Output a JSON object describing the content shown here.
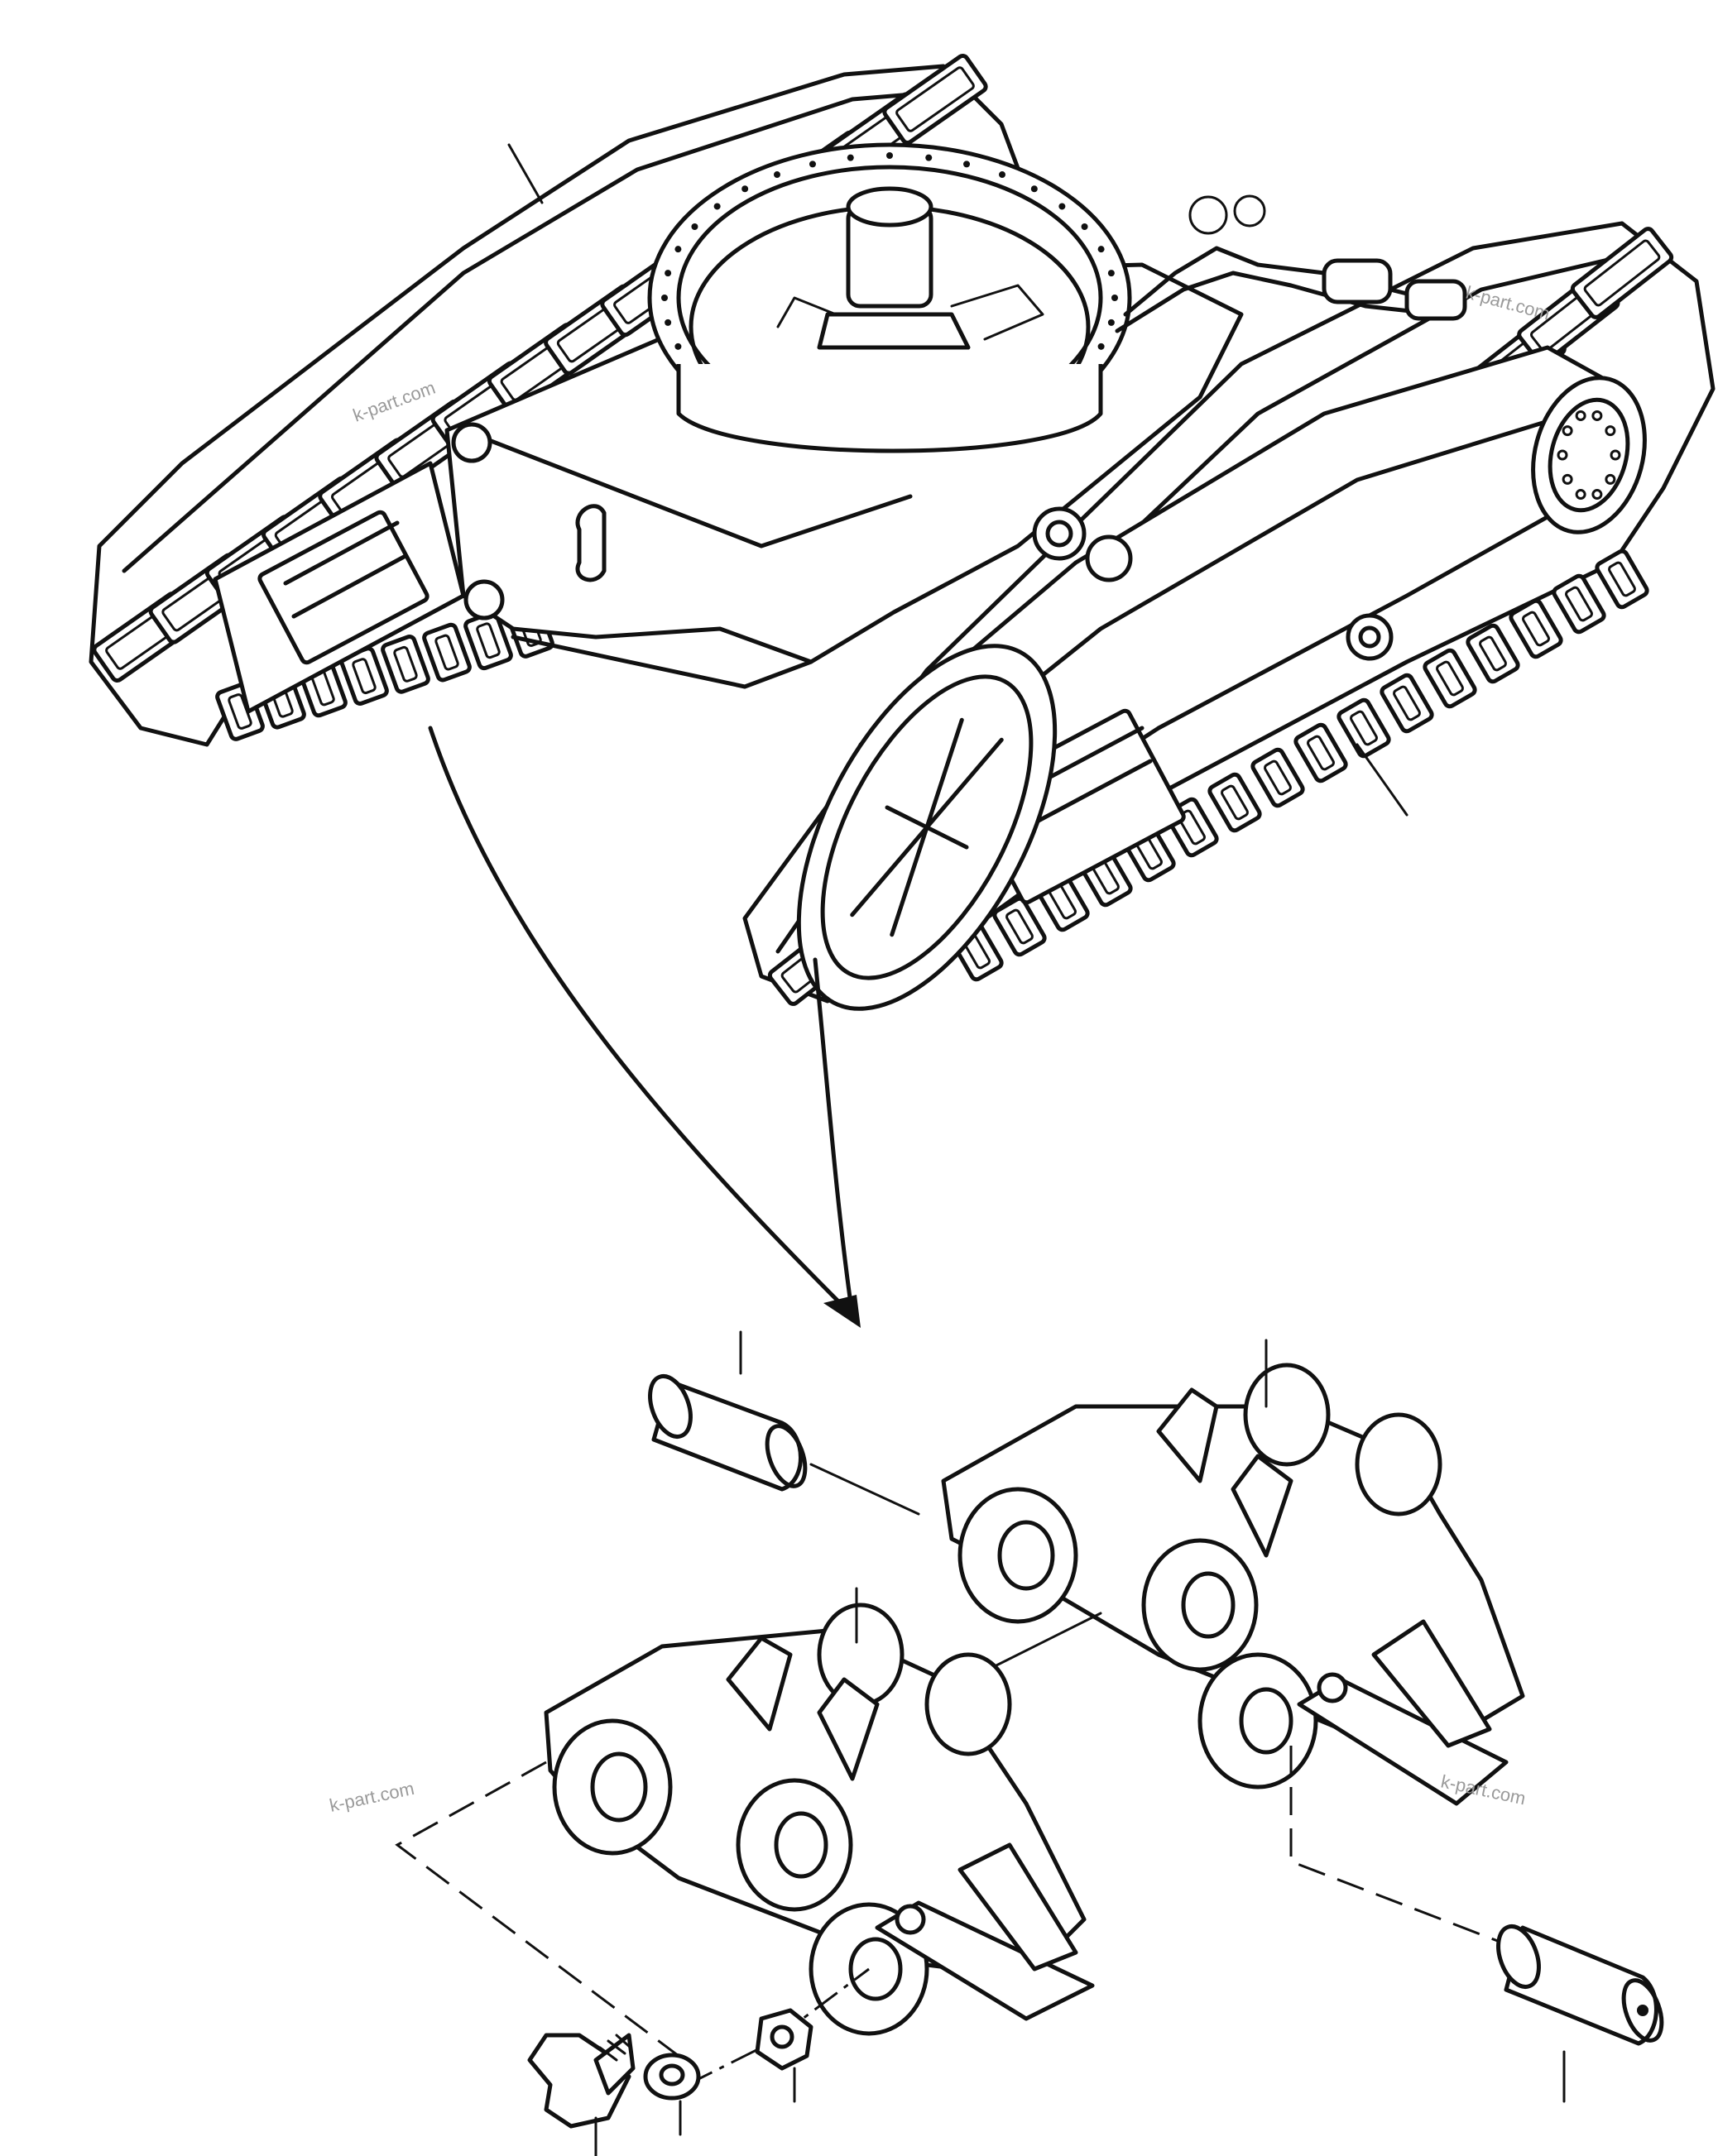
{
  "watermarks": [
    "k-part.com",
    "k-part.com",
    "k-part.com",
    "k-part.com"
  ],
  "colors": {
    "line": "#111111",
    "paper": "#ffffff",
    "watermark": "#9a9a9a"
  }
}
